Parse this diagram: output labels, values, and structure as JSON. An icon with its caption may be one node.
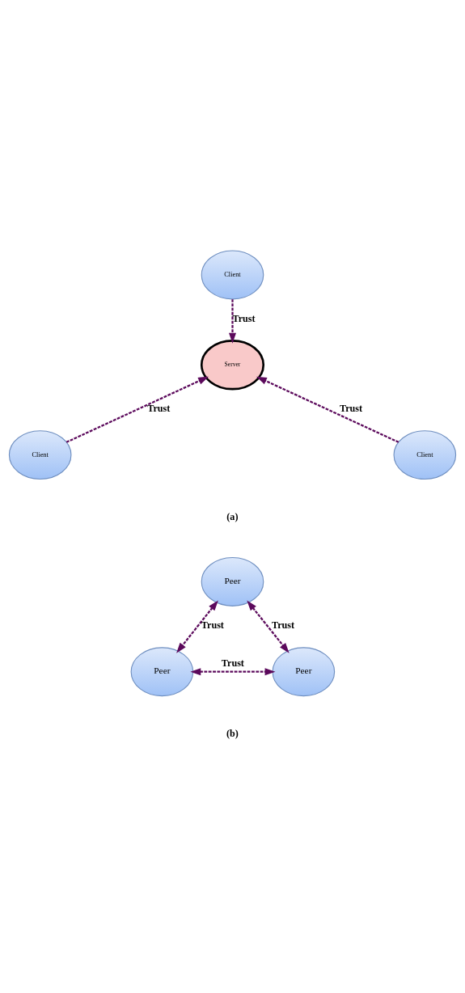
{
  "diagram": {
    "nodes": [
      {
        "text": [
          "Client"
        ]
      },
      {
        "text": [
          "Server"
        ]
      },
      {
        "text": [
          "Client"
        ]
      },
      {
        "text": [
          "Client"
        ]
      },
      {
        "text": [
          "Peer"
        ]
      },
      {
        "text": [
          "Peer"
        ]
      },
      {
        "text": [
          "Peer"
        ]
      }
    ],
    "edges": [
      {
        "from": 0,
        "to": 1,
        "arrow": "to",
        "label": "Trust",
        "style": "dashed"
      },
      {
        "from": 2,
        "to": 1,
        "arrow": "to",
        "label": "Trust",
        "style": "dashed"
      },
      {
        "from": 3,
        "to": 1,
        "arrow": "to",
        "label": "Trust",
        "style": "dashed"
      },
      {
        "from": 4,
        "to": 5,
        "arrow": "both",
        "label": "Trust",
        "style": "dashed"
      },
      {
        "from": 4,
        "to": 6,
        "arrow": "both",
        "label": "Trust",
        "style": "dashed"
      },
      {
        "from": 5,
        "to": 6,
        "arrow": "both",
        "label": "Trust",
        "style": "dashed"
      }
    ],
    "labels": [
      "(a)",
      "(b)"
    ]
  }
}
